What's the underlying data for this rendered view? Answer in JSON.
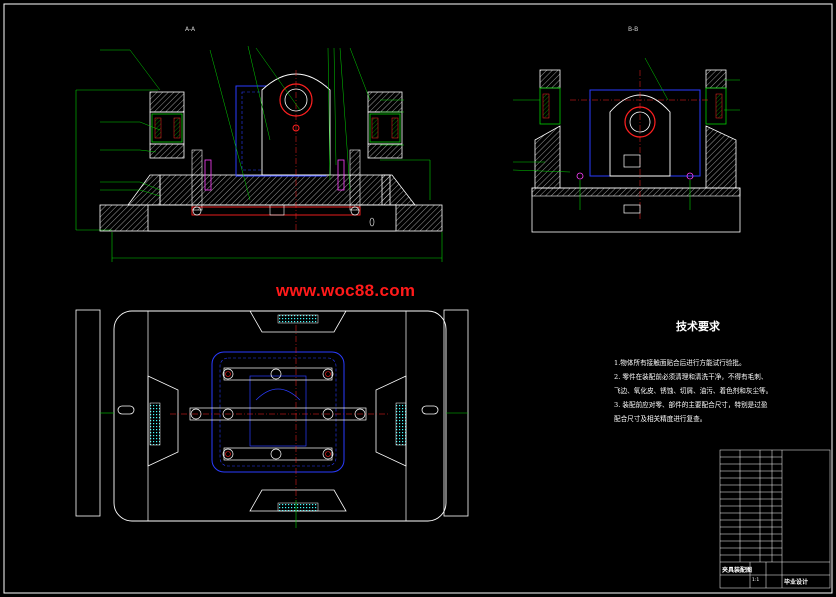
{
  "watermark": "www.woc88.com",
  "views": {
    "front_title": "A-A",
    "side_title": "B-B"
  },
  "tech_requirements": {
    "title": "技术要求",
    "lines": [
      "1.物体所有接触面贴合后进行方能试行验批。",
      "2. 零件在装配前必须清理和清洗干净，不得有毛刺、",
      "飞边、氧化皮、锈蚀、切屑、油污、着色剂和灰尘等。",
      "3. 装配前应对零、部件的主要配合尺寸，特别是过盈",
      "配合尺寸及相关精度进行复查。"
    ]
  },
  "title_block": {
    "drawing_name": "夹具装配图",
    "school": "毕业设计",
    "sheet": "1:1"
  },
  "colors": {
    "outline": "#ffffff",
    "blue": "#2a3cff",
    "green": "#00d000",
    "red": "#ff2020",
    "cyan": "#20e0e0",
    "magenta": "#ff40ff"
  }
}
